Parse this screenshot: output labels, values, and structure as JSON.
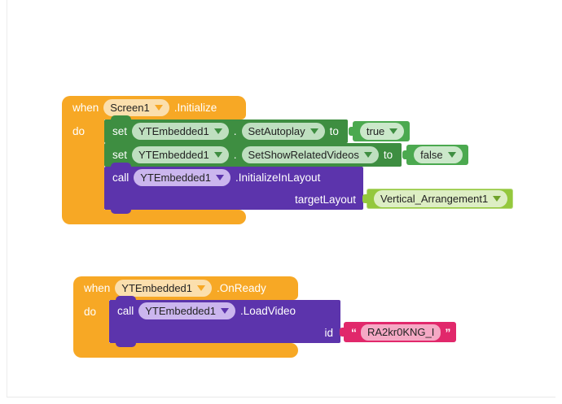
{
  "app": "App Inventor blocks workspace",
  "colors": {
    "event_orange": "#F7A825",
    "event_field": "#FBDFAD",
    "set_green": "#3E8E41",
    "set_field": "#BFDFC0",
    "logic_green": "#4BA94F",
    "logic_field": "#CBE8CA",
    "method_purple": "#5C34AC",
    "method_field": "#CBB6EE",
    "component_green": "#94C83D",
    "component_field": "#DDEEC4",
    "text_pink": "#E1286B",
    "text_field": "#F5A9C5"
  },
  "block_groups": [
    {
      "header": {
        "keyword": "when",
        "component": "Screen1",
        "event": ".Initialize"
      },
      "do_label": "do",
      "statements": [
        {
          "keyword": "set",
          "component": "YTEmbedded1",
          "dot": ".",
          "property": "SetAutoplay",
          "to_label": "to",
          "value": {
            "label": "true"
          }
        },
        {
          "keyword": "set",
          "component": "YTEmbedded1",
          "dot": ".",
          "property": "SetShowRelatedVideos",
          "to_label": "to",
          "value": {
            "label": "false"
          }
        },
        {
          "keyword": "call",
          "component": "YTEmbedded1",
          "method": ".InitializeInLayout",
          "param_name": "targetLayout",
          "value": {
            "label": "Vertical_Arrangement1"
          }
        }
      ]
    },
    {
      "header": {
        "keyword": "when",
        "component": "YTEmbedded1",
        "event": ".OnReady"
      },
      "do_label": "do",
      "statements": [
        {
          "keyword": "call",
          "component": "YTEmbedded1",
          "method": ".LoadVideo",
          "param_name": "id",
          "value": {
            "open_quote": "“",
            "label": "RA2kr0KNG_I",
            "close_quote": "”"
          }
        }
      ]
    }
  ]
}
